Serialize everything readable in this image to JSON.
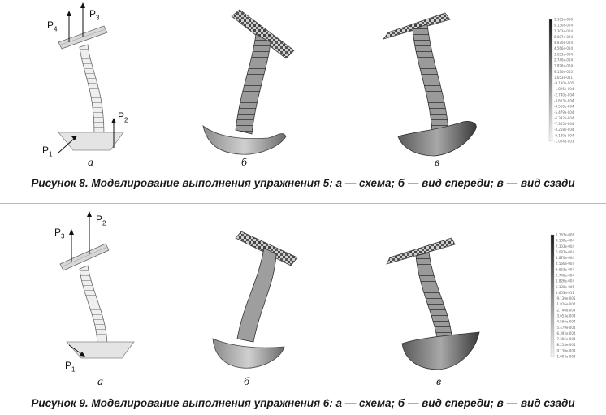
{
  "figures": [
    {
      "caption": "Рисунок 8. Моделирование выполнения упражнения 5: а — схема; б — вид спереди; в — вид сзади",
      "sublabels": {
        "a": "а",
        "b": "б",
        "v": "в"
      },
      "forces": [
        {
          "letter": "P",
          "index": "4"
        },
        {
          "letter": "P",
          "index": "3"
        },
        {
          "letter": "P",
          "index": "2"
        },
        {
          "letter": "P",
          "index": "1"
        }
      ],
      "legend_values": [
        "1.163e-006",
        "9.130e-004",
        "7.303e-004",
        "6.087e-004",
        "4.870e-004",
        "4.566e-004",
        "3.653e-004",
        "2.740e-004",
        "1.826e-004",
        "9.130e-005",
        "1.653e-011",
        "-9.130e-005",
        "-1.826e-004",
        "-2.740e-004",
        "-3.653e-004",
        "-4.566e-004",
        "-5.479e-004",
        "-6.392e-004",
        "-7.305e-004",
        "-8.218e-004",
        "-9.130e-004",
        "-1.004e-003"
      ]
    },
    {
      "caption": "Рисунок 9. Моделирование выполнения упражнения 6: а — схема; б — вид спереди; в — вид сзади",
      "sublabels": {
        "a": "а",
        "b": "б",
        "v": "в"
      },
      "forces": [
        {
          "letter": "P",
          "index": "3"
        },
        {
          "letter": "P",
          "index": "2"
        },
        {
          "letter": "P",
          "index": "1"
        }
      ],
      "legend_values": [
        "1.163e-006",
        "9.130e-004",
        "7.303e-004",
        "6.087e-004",
        "4.870e-004",
        "4.566e-004",
        "3.653e-004",
        "2.740e-004",
        "1.826e-004",
        "9.130e-005",
        "1.653e-011",
        "-9.130e-005",
        "-1.826e-004",
        "-2.740e-004",
        "-3.653e-004",
        "-4.566e-004",
        "-5.479e-004",
        "-6.392e-004",
        "-7.305e-004",
        "-8.218e-004",
        "-9.130e-004",
        "-1.004e-003"
      ]
    }
  ],
  "colors": {
    "scheme_fill": "#e4e4e4",
    "model_dark": "#5a5a5a",
    "model_light": "#bdbdbd",
    "caption_text": "#1a1a1a"
  }
}
